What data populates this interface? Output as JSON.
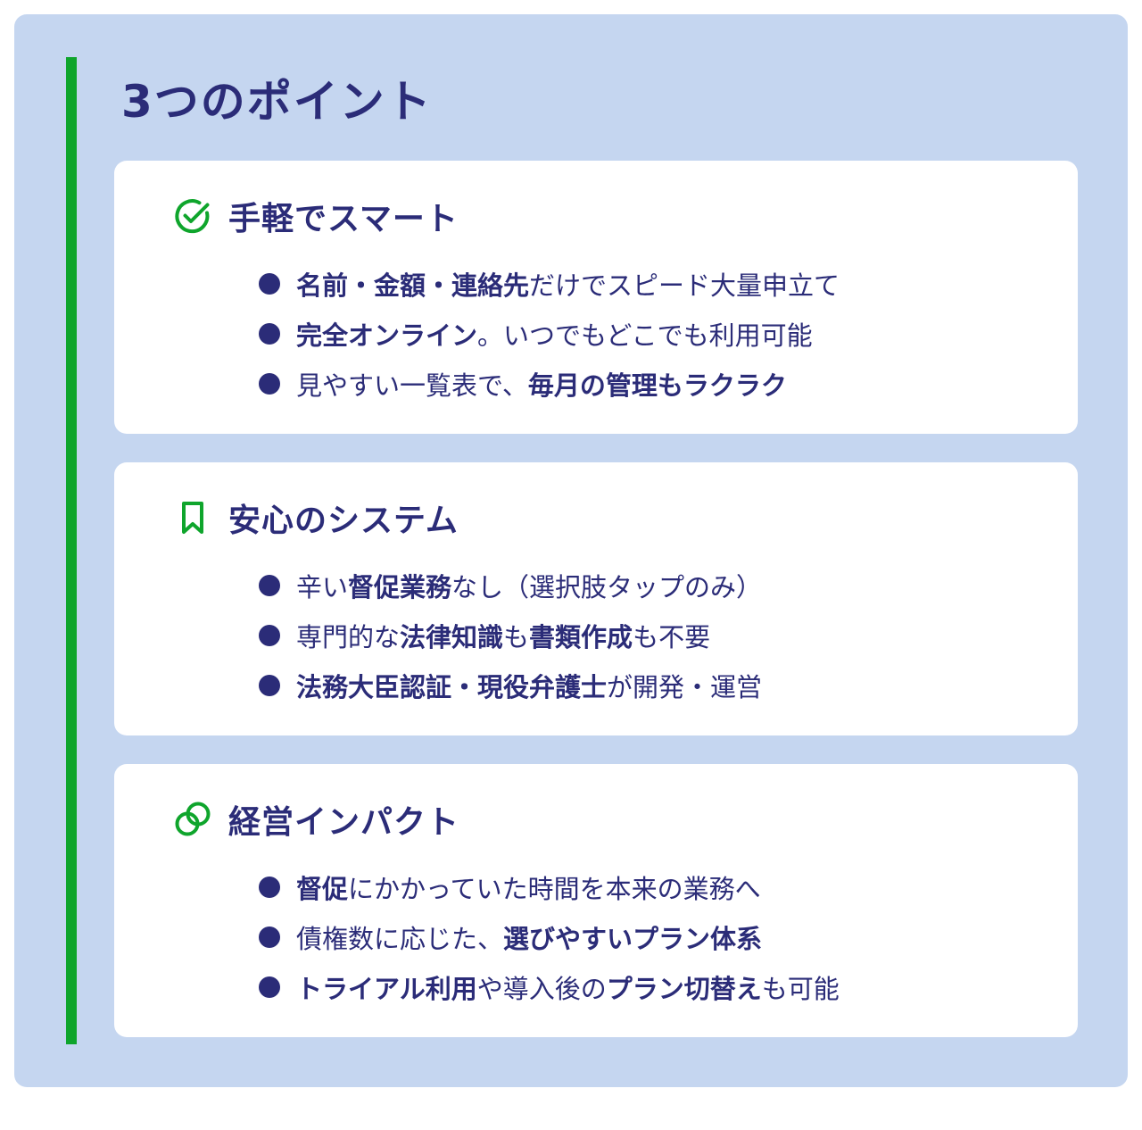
{
  "title": "3つのポイント",
  "colors": {
    "accent": "#0fa52c",
    "panel_bg": "#c5d6f0",
    "text": "#2b2c78",
    "card_bg": "#ffffff"
  },
  "cards": [
    {
      "icon": "check-circle-icon",
      "title": "手軽でスマート",
      "points": [
        [
          {
            "text": "名前・金額・連絡先",
            "bold": true
          },
          {
            "text": "だけでスピード大量申立て",
            "bold": false
          }
        ],
        [
          {
            "text": "完全オンライン",
            "bold": true
          },
          {
            "text": "。いつでもどこでも利用可能",
            "bold": false
          }
        ],
        [
          {
            "text": "見やすい一覧表で、",
            "bold": false
          },
          {
            "text": "毎月の管理もラクラク",
            "bold": true
          }
        ]
      ]
    },
    {
      "icon": "bookmark-icon",
      "title": "安心のシステム",
      "points": [
        [
          {
            "text": "辛い",
            "bold": false
          },
          {
            "text": "督促業務",
            "bold": true
          },
          {
            "text": "なし（選択肢タップのみ）",
            "bold": false
          }
        ],
        [
          {
            "text": "専門的な",
            "bold": false
          },
          {
            "text": "法律知識",
            "bold": true
          },
          {
            "text": "も",
            "bold": false
          },
          {
            "text": "書類作成",
            "bold": true
          },
          {
            "text": "も不要",
            "bold": false
          }
        ],
        [
          {
            "text": "法務大臣認証・現役弁護士",
            "bold": true
          },
          {
            "text": "が開発・運営",
            "bold": false
          }
        ]
      ]
    },
    {
      "icon": "overlapping-circles-icon",
      "title": "経営インパクト",
      "points": [
        [
          {
            "text": "督促",
            "bold": true
          },
          {
            "text": "にかかっていた時間を本来の業務へ",
            "bold": false
          }
        ],
        [
          {
            "text": "債権数に応じた、",
            "bold": false
          },
          {
            "text": "選びやすいプラン体系",
            "bold": true
          }
        ],
        [
          {
            "text": "トライアル利用",
            "bold": true
          },
          {
            "text": "や導入後の",
            "bold": false
          },
          {
            "text": "プラン切替え",
            "bold": true
          },
          {
            "text": "も可能",
            "bold": false
          }
        ]
      ]
    }
  ]
}
